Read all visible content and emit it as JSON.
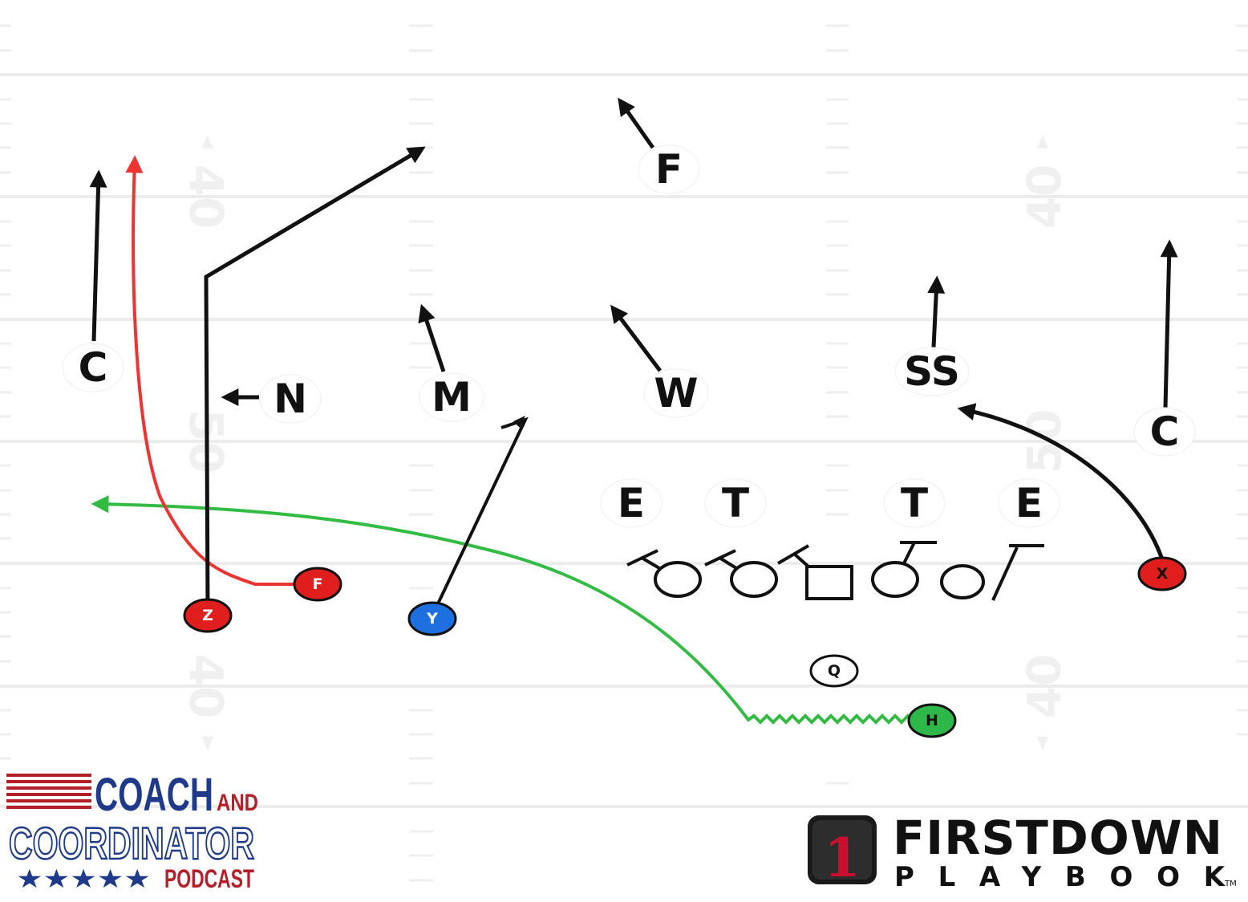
{
  "field": {
    "yard_numbers": [
      "40",
      "50",
      "40",
      "40",
      "50",
      "40"
    ]
  },
  "defense": {
    "free_safety": "F",
    "left_corner": "C",
    "nickel": "N",
    "mike": "M",
    "will": "W",
    "strong_safety": "SS",
    "right_corner": "C",
    "left_end": "E",
    "left_tackle": "T",
    "right_tackle": "T",
    "right_end": "E"
  },
  "offense": {
    "z": "Z",
    "f": "F",
    "y": "Y",
    "q": "Q",
    "h": "H",
    "x": "X"
  },
  "colors": {
    "route_black": "#111111",
    "route_red": "#ee3333",
    "route_green": "#33bb44",
    "player_red": "#e01e1e",
    "player_blue": "#1e6fe0",
    "player_green": "#2fb84a"
  },
  "branding": {
    "left_logo": {
      "coach": "COACH",
      "and": "AND",
      "coordinator": "COORDINATOR",
      "podcast": "PODCAST",
      "stars": "★★★★★"
    },
    "right_logo": {
      "badge": "1",
      "title": "FIRSTDOWN",
      "subtitle": "PLAYBOOK",
      "tm": "TM"
    }
  }
}
